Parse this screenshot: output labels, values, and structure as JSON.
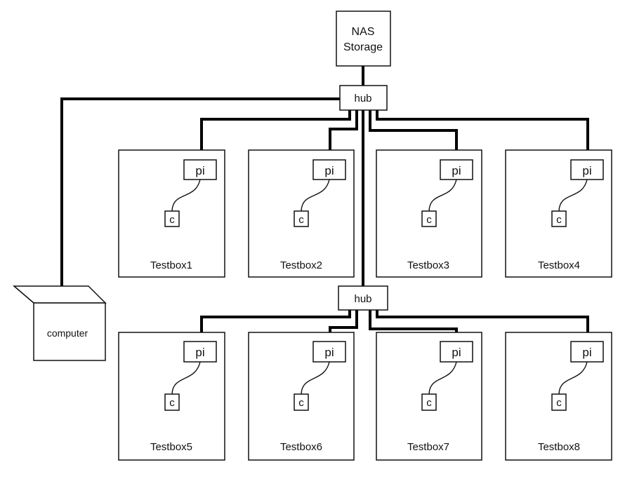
{
  "nas": {
    "line1": "NAS",
    "line2": "Storage"
  },
  "hubs": [
    {
      "label": "hub"
    },
    {
      "label": "hub"
    }
  ],
  "computer": {
    "label": "computer"
  },
  "testboxes": [
    {
      "label": "Testbox1",
      "pi_label": "pi",
      "camera_label": "c"
    },
    {
      "label": "Testbox2",
      "pi_label": "pi",
      "camera_label": "c"
    },
    {
      "label": "Testbox3",
      "pi_label": "pi",
      "camera_label": "c"
    },
    {
      "label": "Testbox4",
      "pi_label": "pi",
      "camera_label": "c"
    },
    {
      "label": "Testbox5",
      "pi_label": "pi",
      "camera_label": "c"
    },
    {
      "label": "Testbox6",
      "pi_label": "pi",
      "camera_label": "c"
    },
    {
      "label": "Testbox7",
      "pi_label": "pi",
      "camera_label": "c"
    },
    {
      "label": "Testbox8",
      "pi_label": "pi",
      "camera_label": "c"
    }
  ]
}
